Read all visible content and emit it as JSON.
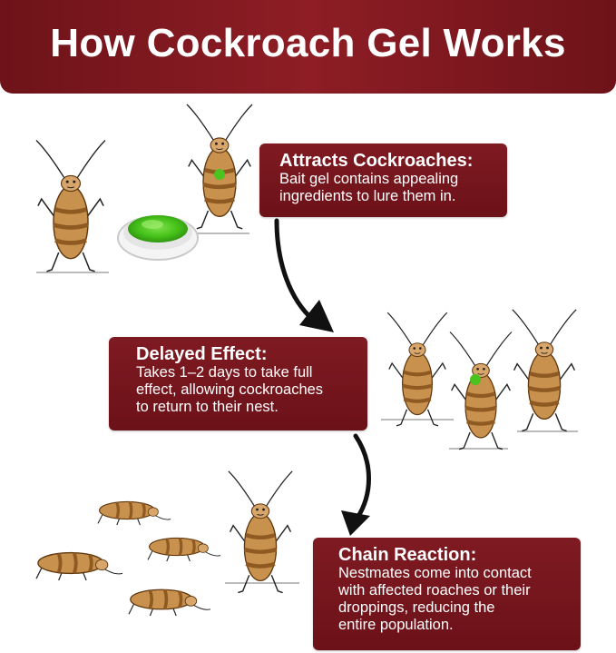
{
  "title": "How Cockroach Gel Works",
  "steps": [
    {
      "title": "Attracts Cockroaches:",
      "lines": [
        "Bait gel contains appealing",
        "ingredients to lure them in."
      ]
    },
    {
      "title": "Delayed Effect:",
      "lines": [
        "Takes 1–2 days to take full",
        "effect, allowing cockroaches",
        "to return to their nest."
      ]
    },
    {
      "title": "Chain Reaction:",
      "lines": [
        "Nestmates come into contact",
        "with affected roaches or their",
        "droppings, reducing the",
        "entire population."
      ]
    }
  ],
  "colors": {
    "banner": "#7f1a22",
    "callout": "#761620",
    "roach_body": "#c8914e",
    "roach_stripe": "#8f5a22",
    "gel": "#4bc21f"
  },
  "icons": [
    "cockroach-icon",
    "gel-bait-dish-icon",
    "curved-arrow-icon"
  ]
}
